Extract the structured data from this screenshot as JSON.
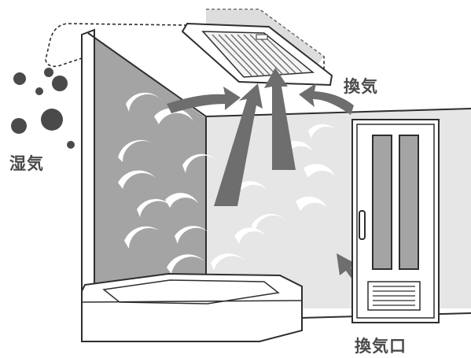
{
  "labels": {
    "humidity": "湿気",
    "ventilation": "換気",
    "vent_opening": "換気口"
  },
  "colors": {
    "wall_dark": "#a4a4a4",
    "wall_light": "#e6e6e6",
    "arrow": "#6e6e6e",
    "outline": "#2e2e2e",
    "steam": "#ffffff",
    "humidity_dots": "#4a4a4a"
  },
  "icons": {
    "ceiling_fan": "ceiling-fan-icon",
    "door": "door-icon",
    "bathtub": "bathtub-icon"
  }
}
